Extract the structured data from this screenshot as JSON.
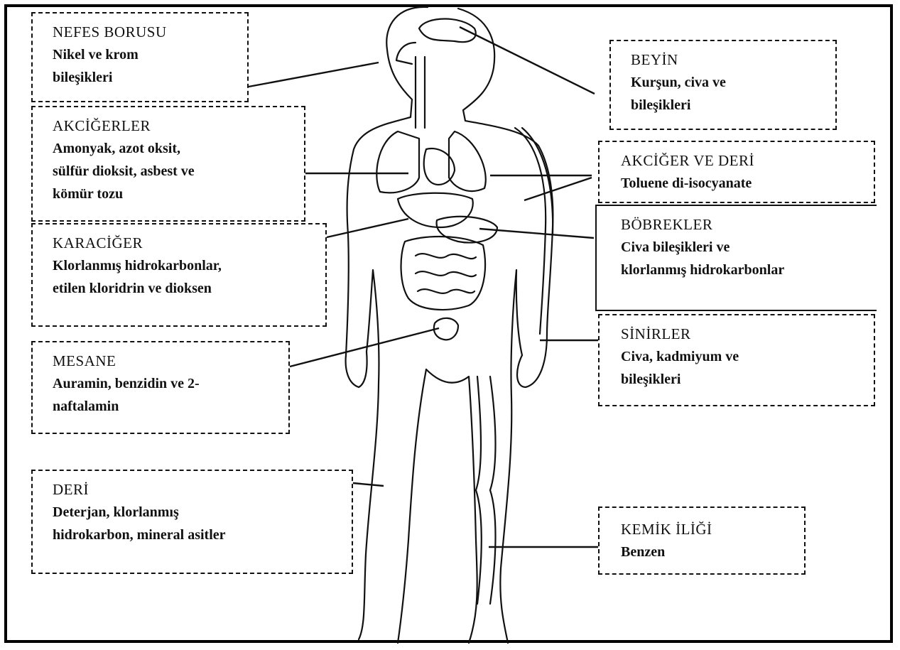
{
  "colors": {
    "ink": "#111111",
    "background": "#ffffff"
  },
  "organs": [
    {
      "id": "nefes-borusu",
      "title": "NEFES BORUSU",
      "agents": "Nikel ve krom\nbileşikleri"
    },
    {
      "id": "akcigerler",
      "title": "AKCİĞERLER",
      "agents": "Amonyak, azot oksit,\nsülfür dioksit, asbest ve\nkömür tozu"
    },
    {
      "id": "karaciger",
      "title": "KARACİĞER",
      "agents": "Klorlanmış hidrokarbonlar,\netilen kloridrin ve dioksen"
    },
    {
      "id": "mesane",
      "title": "MESANE",
      "agents": "Auramin, benzidin ve 2-\nnaftalamin"
    },
    {
      "id": "deri",
      "title": "DERİ",
      "agents": "Deterjan, klorlanmış\nhidrokarbon, mineral asitler"
    },
    {
      "id": "beyin",
      "title": "BEYİN",
      "agents": "Kurşun, civa ve\nbileşikleri"
    },
    {
      "id": "akciger-ve-deri",
      "title": "AKCİĞER VE DERİ",
      "agents": "Toluene di-isocyanate"
    },
    {
      "id": "bobrekler",
      "title": "BÖBREKLER",
      "agents": "Civa bileşikleri ve\nklorlanmış hidrokarbonlar"
    },
    {
      "id": "sinirler",
      "title": "SİNİRLER",
      "agents": "Civa, kadmiyum ve\nbileşikleri"
    },
    {
      "id": "kemik-iligi",
      "title": "KEMİK İLİĞİ",
      "agents": "Benzen"
    }
  ]
}
